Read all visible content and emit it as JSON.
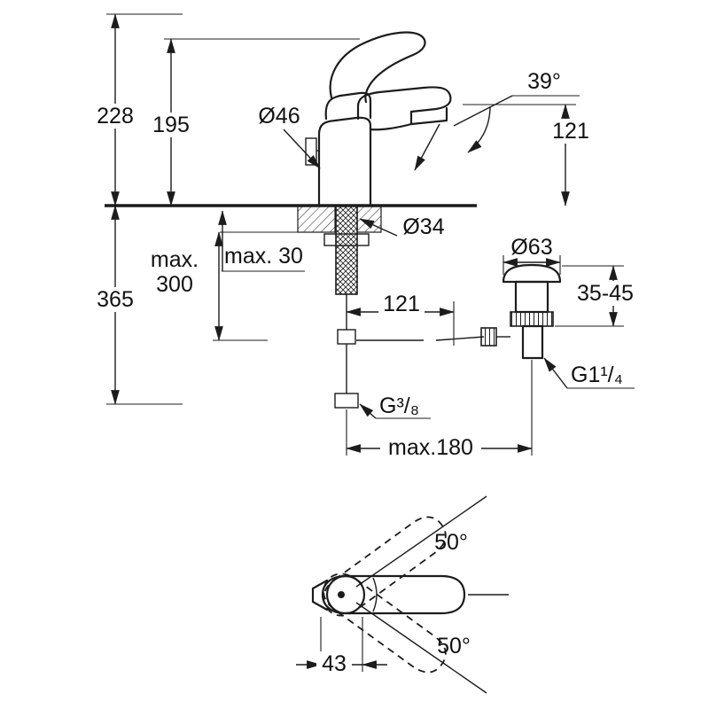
{
  "colors": {
    "line": "#1c1c1c",
    "text": "#111111",
    "background": "#ffffff"
  },
  "dims": {
    "height_total": "228",
    "height_body_top": "195",
    "body_diameter": "Ø46",
    "spout_angle": "39°",
    "spout_outlet_height": "121",
    "mount_hole_diameter": "Ø34",
    "max_word": "max.",
    "max_hose_depth": "300",
    "max_deck_thickness": "max. 30",
    "depth_below_deck": "365",
    "rod_horizontal_reach": "121",
    "waste_flange_diameter": "Ø63",
    "waste_deck_range": "35-45",
    "waste_thread": "G1¹/₄",
    "supply_thread": "G³/₈",
    "max_waste_distance": "max.180",
    "handle_tip_offset": "43",
    "handle_swing_upper": "50°",
    "handle_swing_lower": "50°"
  }
}
